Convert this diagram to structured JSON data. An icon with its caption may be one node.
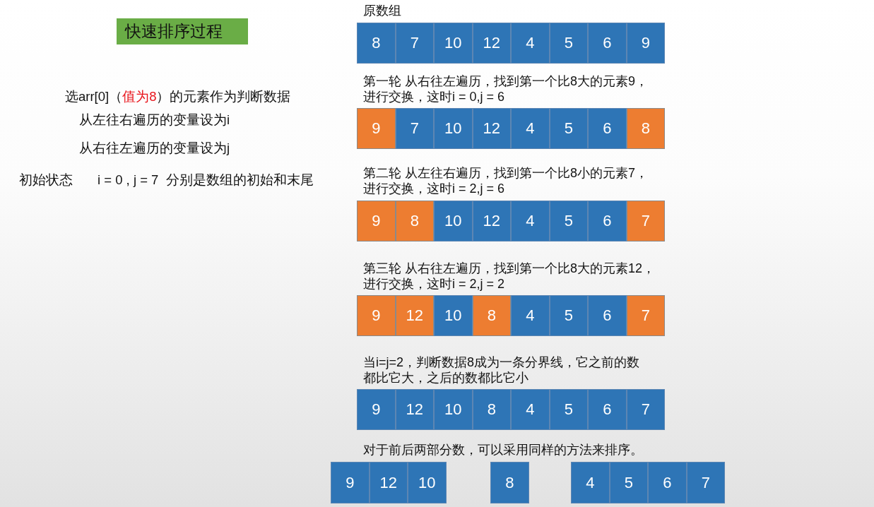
{
  "diagram": {
    "title": "快速排序过程",
    "nodes": [
      {
        "text": [
          "8"
        ]
      },
      {
        "text": [
          "7"
        ]
      },
      {
        "text": [
          "10"
        ]
      },
      {
        "text": [
          "12"
        ]
      },
      {
        "text": [
          "4"
        ]
      },
      {
        "text": [
          "5"
        ]
      },
      {
        "text": [
          "6"
        ]
      },
      {
        "text": [
          "9"
        ]
      },
      {
        "text": [
          "9"
        ]
      },
      {
        "text": [
          "7"
        ]
      },
      {
        "text": [
          "10"
        ]
      },
      {
        "text": [
          "12"
        ]
      },
      {
        "text": [
          "4"
        ]
      },
      {
        "text": [
          "5"
        ]
      },
      {
        "text": [
          "6"
        ]
      },
      {
        "text": [
          "8"
        ]
      },
      {
        "text": [
          "9"
        ]
      },
      {
        "text": [
          "8"
        ]
      },
      {
        "text": [
          "10"
        ]
      },
      {
        "text": [
          "12"
        ]
      },
      {
        "text": [
          "4"
        ]
      },
      {
        "text": [
          "5"
        ]
      },
      {
        "text": [
          "6"
        ]
      },
      {
        "text": [
          "7"
        ]
      },
      {
        "text": [
          "9"
        ]
      },
      {
        "text": [
          "12"
        ]
      },
      {
        "text": [
          "10"
        ]
      },
      {
        "text": [
          "8"
        ]
      },
      {
        "text": [
          "4"
        ]
      },
      {
        "text": [
          "5"
        ]
      },
      {
        "text": [
          "6"
        ]
      },
      {
        "text": [
          "7"
        ]
      },
      {
        "text": [
          "9"
        ]
      },
      {
        "text": [
          "12"
        ]
      },
      {
        "text": [
          "10"
        ]
      },
      {
        "text": [
          "8"
        ]
      },
      {
        "text": [
          "4"
        ]
      },
      {
        "text": [
          "5"
        ]
      },
      {
        "text": [
          "6"
        ]
      },
      {
        "text": [
          "7"
        ]
      },
      {
        "text": [
          "9"
        ]
      },
      {
        "text": [
          "12"
        ]
      },
      {
        "text": [
          "10"
        ]
      },
      {
        "text": [
          "8"
        ]
      },
      {
        "text": [
          "4"
        ]
      },
      {
        "text": [
          "5"
        ]
      },
      {
        "text": [
          "6"
        ]
      },
      {
        "text": [
          "7"
        ]
      }
    ],
    "labels": [
      "选arr[0]（**值为8**）的元素作为判断数据",
      "从左往右遍历的变量设为i",
      "从右往左遍历的变量设为j",
      "初始状态",
      "i = 0 , j = 7  分别是数组的初始和末尾",
      "原数组",
      "第一轮 从右往左遍历，找到第一个比8大的元素9，进行交换，这时i = 0,j = 6",
      "第二轮 从左往右遍历，找到第一个比8小的元素7，进行交换，这时i = 2,j = 6",
      "第三轮 从右往左遍历，找到第一个比8大的元素12，进行交换，这时i = 2,j = 2",
      "当i=j=2，判断数据8成为一条分界线，它之前的数都比它大，之后的数都比它小",
      "对于前后两部分数，可以采用同样的方法来排序。"
    ]
  }
}
